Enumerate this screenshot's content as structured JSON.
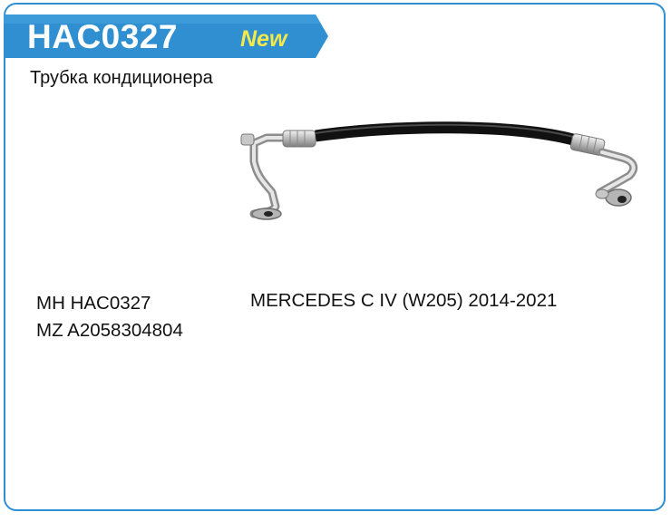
{
  "header": {
    "code": "HAC0327",
    "badge": "New",
    "accent_color": "#2f8fd0",
    "badge_color": "#f4e94a"
  },
  "description": "Трубка кондиционера",
  "part_image": {
    "icon": "ac-pipe-icon"
  },
  "references": [
    {
      "text": "MH HAC0327"
    },
    {
      "text": "MZ A2058304804"
    }
  ],
  "application": "MERCEDES C IV (W205) 2014-2021"
}
